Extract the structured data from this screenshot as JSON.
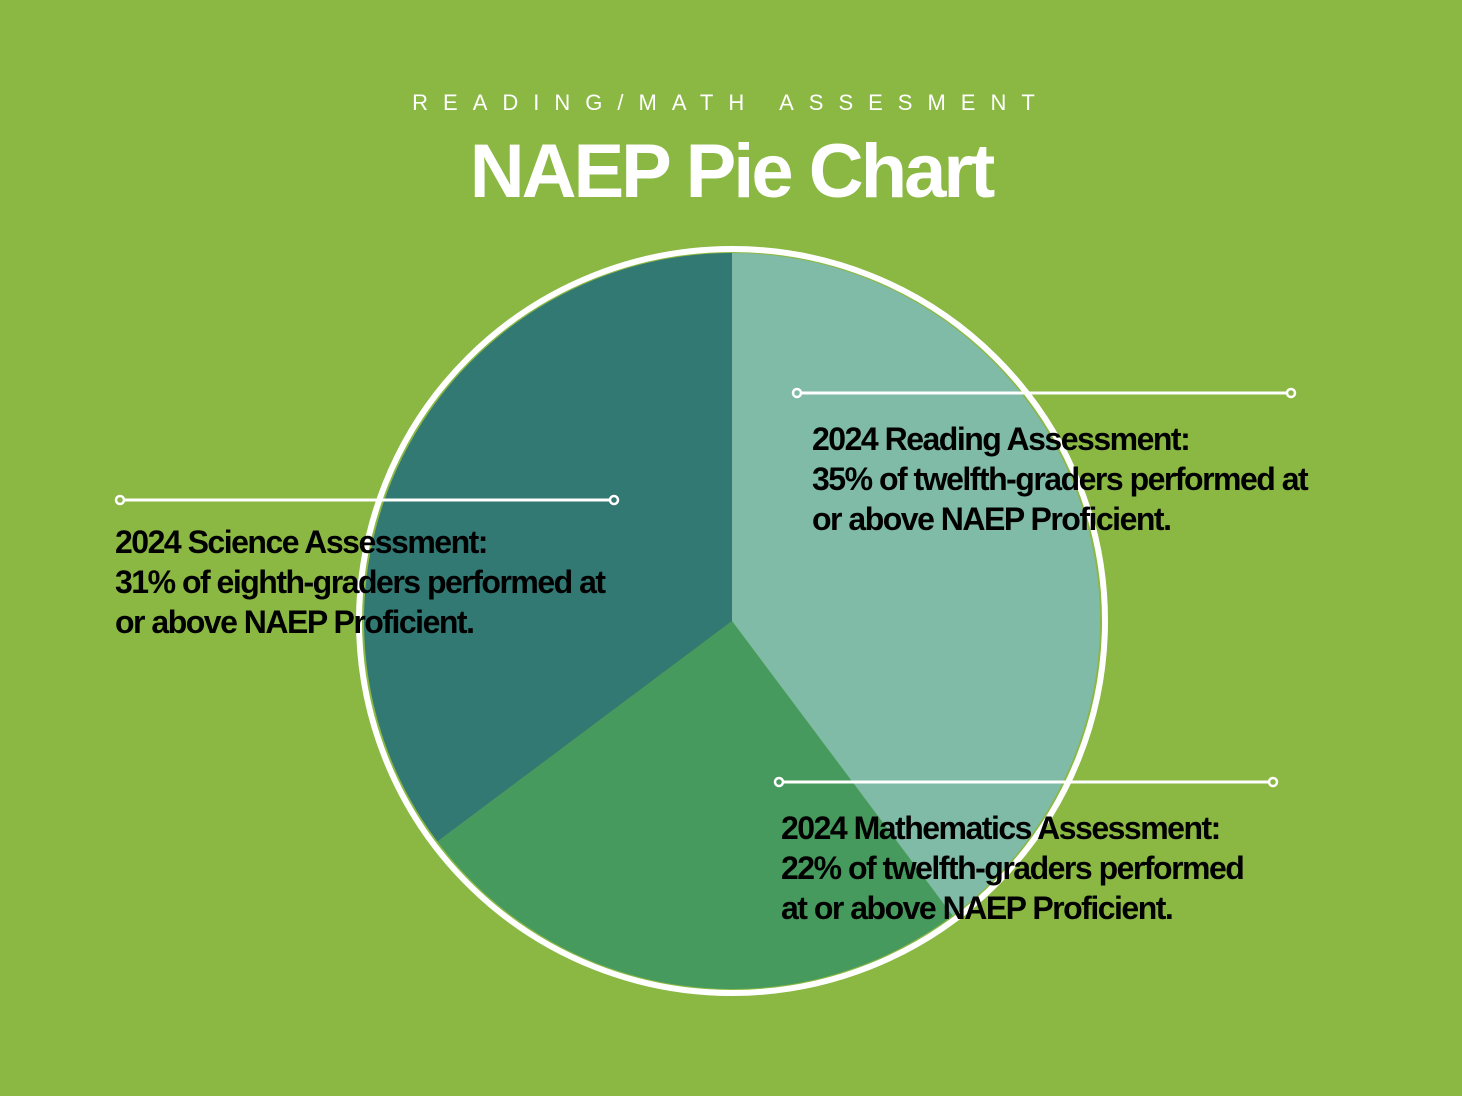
{
  "header": {
    "subtitle": "READING/MATH ASSESMENT",
    "title": "NAEP Pie Chart"
  },
  "chart_data": {
    "type": "pie",
    "title": "NAEP Pie Chart",
    "subtitle": "READING/MATH ASSESMENT",
    "unit": "% performing at or above NAEP Proficient",
    "slices": [
      {
        "name": "2024 Reading Assessment",
        "value": 35,
        "color": "#7fbba6",
        "lines": [
          "2024 Reading Assessment:",
          "35% of twelfth-graders performed at",
          "or above NAEP Proficient."
        ]
      },
      {
        "name": "2024 Mathematics Assessment",
        "value": 22,
        "color": "#469a5e",
        "lines": [
          "2024 Mathematics Assessment:",
          "22% of twelfth-graders performed",
          "at or above NAEP Proficient."
        ]
      },
      {
        "name": "2024 Science Assessment",
        "value": 31,
        "color": "#327873",
        "lines": [
          "2024 Science Assessment:",
          "31% of eighth-graders performed at",
          "or above NAEP Proficient."
        ]
      }
    ]
  },
  "colors": {
    "background": "#8ab843",
    "ring": "#ffffff"
  }
}
